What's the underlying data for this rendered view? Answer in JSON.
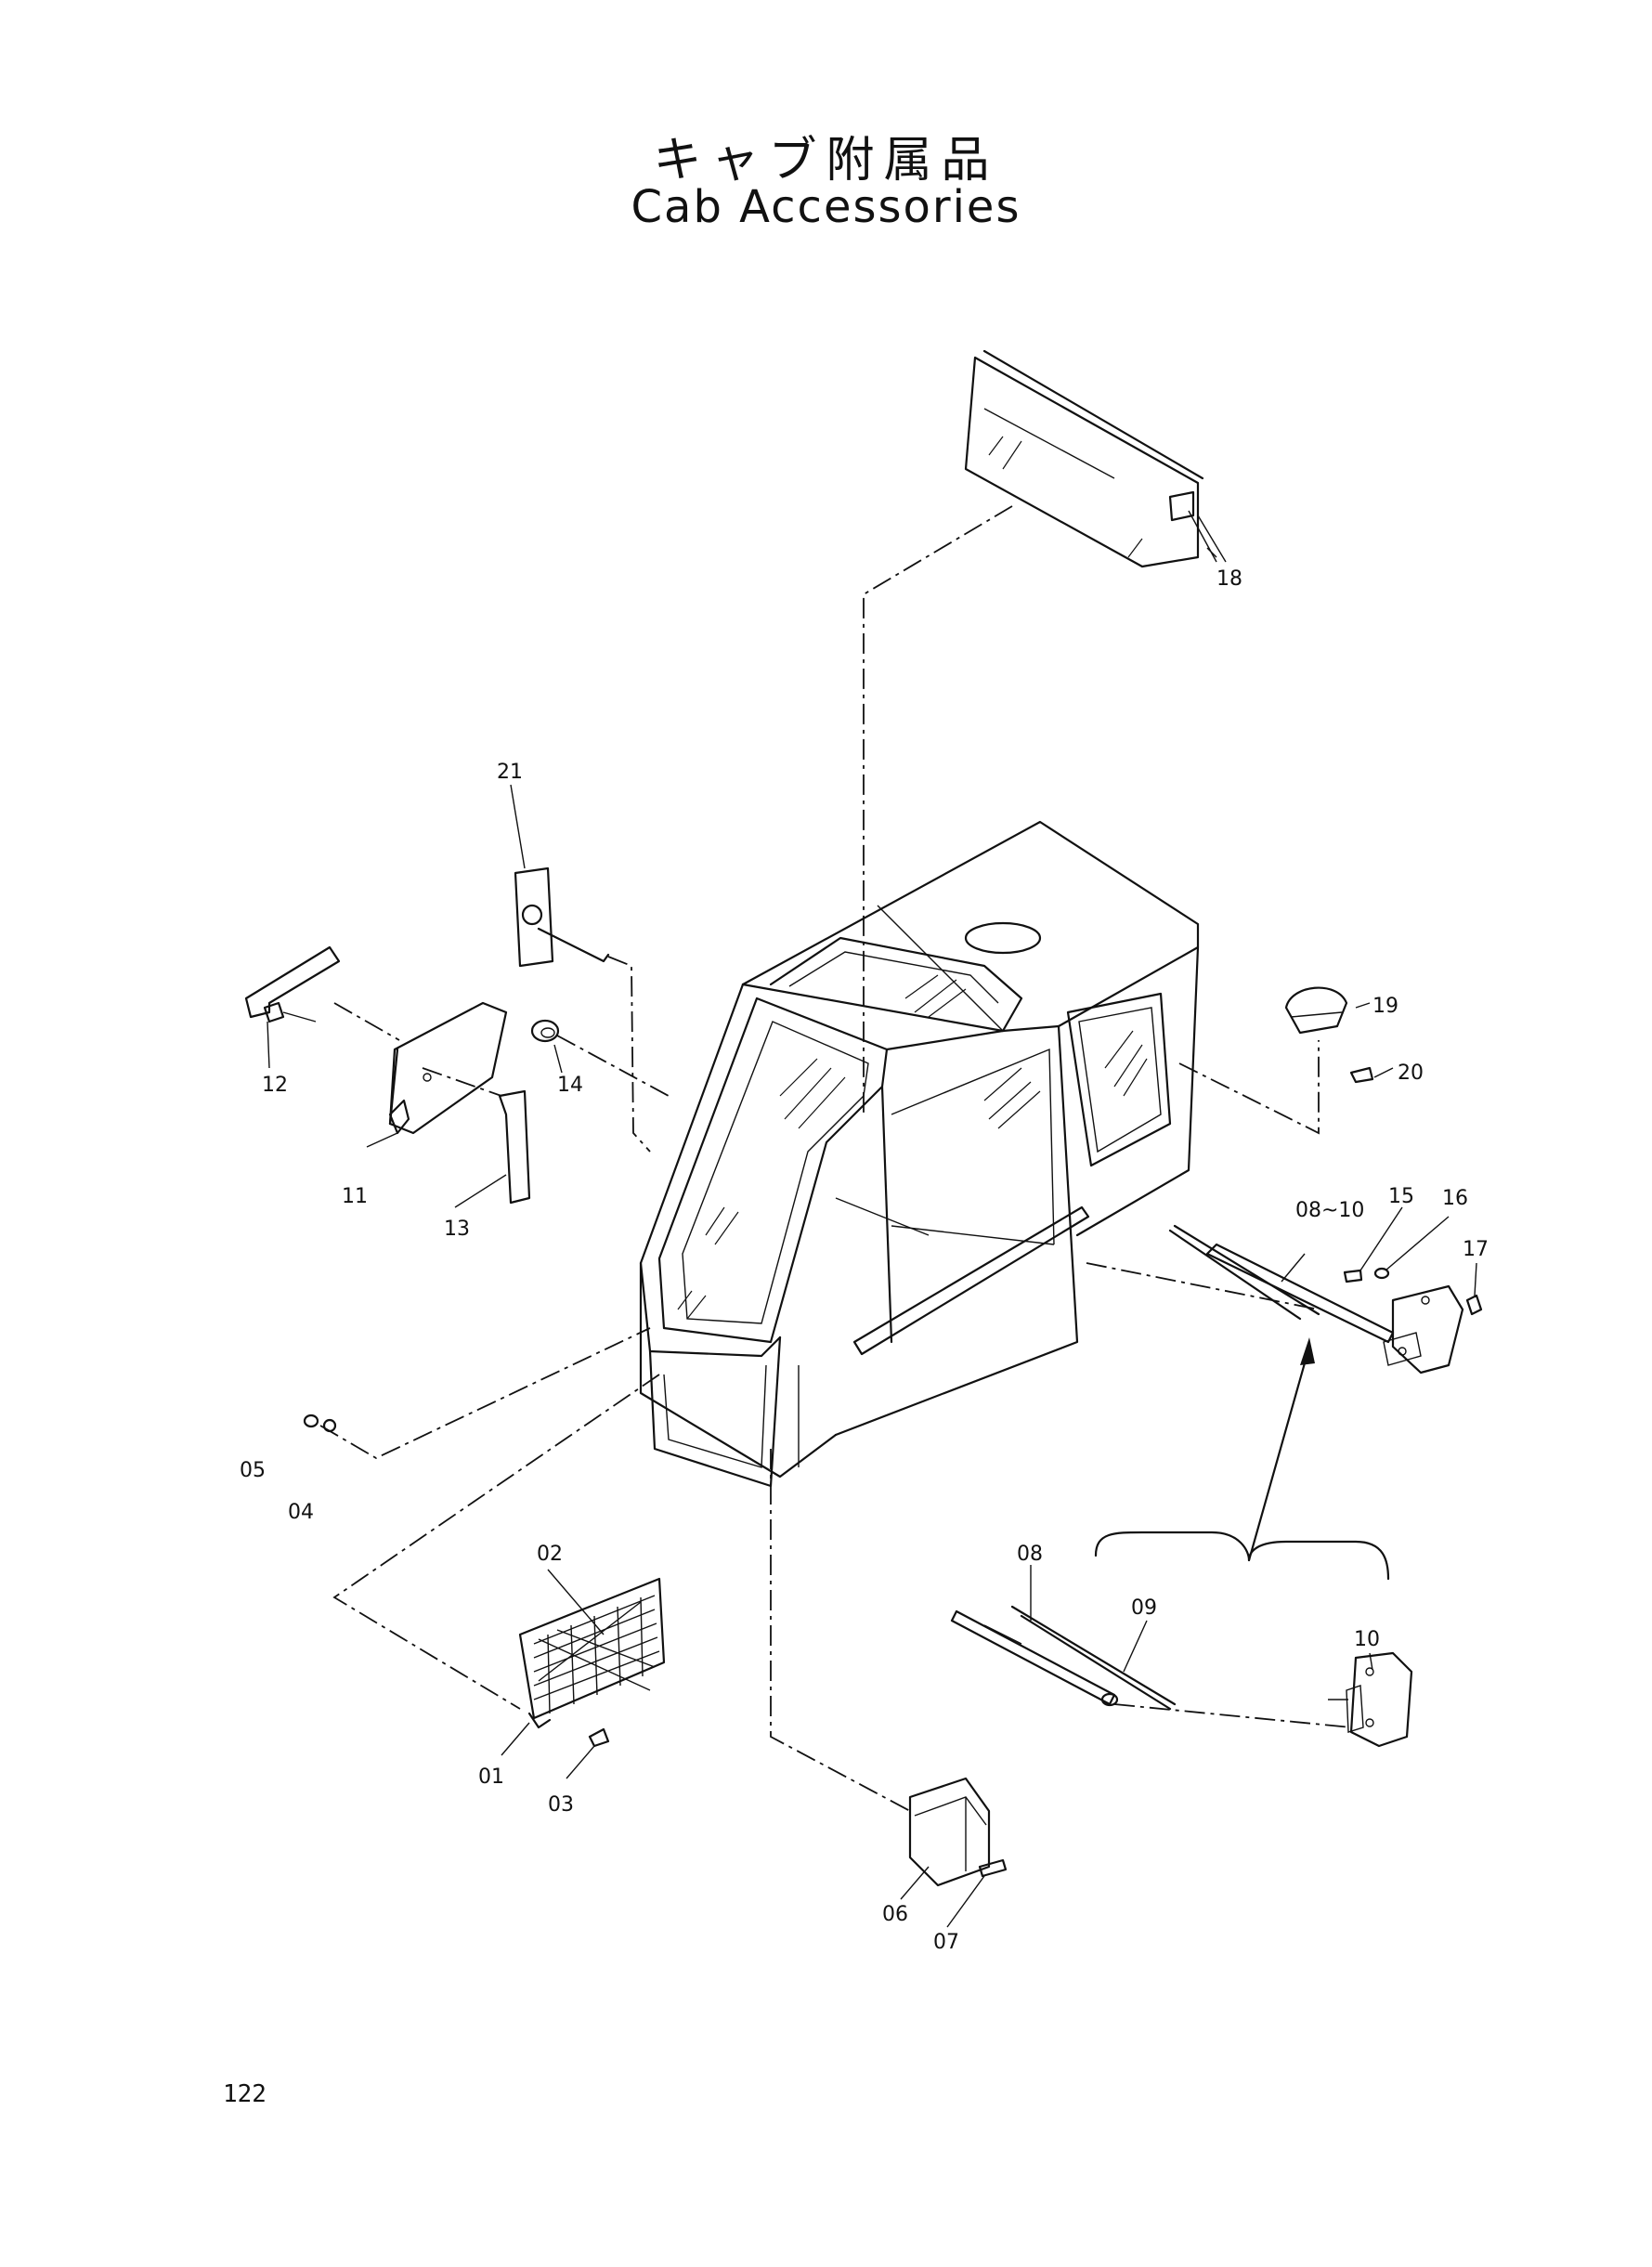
{
  "header": {
    "title_jp": "キャブ附属品",
    "title_en": "Cab Accessories"
  },
  "callouts": {
    "c01": "01",
    "c02": "02",
    "c03": "03",
    "c04": "04",
    "c05": "05",
    "c06": "06",
    "c07": "07",
    "c08": "08",
    "c09": "09",
    "c10": "10",
    "c11": "11",
    "c12": "12",
    "c13": "13",
    "c14": "14",
    "c15": "15",
    "c16": "16",
    "c17": "17",
    "c18": "18",
    "c19": "19",
    "c20": "20",
    "c21": "21",
    "c08_10": "08~10"
  },
  "footer": {
    "page_number": "122"
  }
}
